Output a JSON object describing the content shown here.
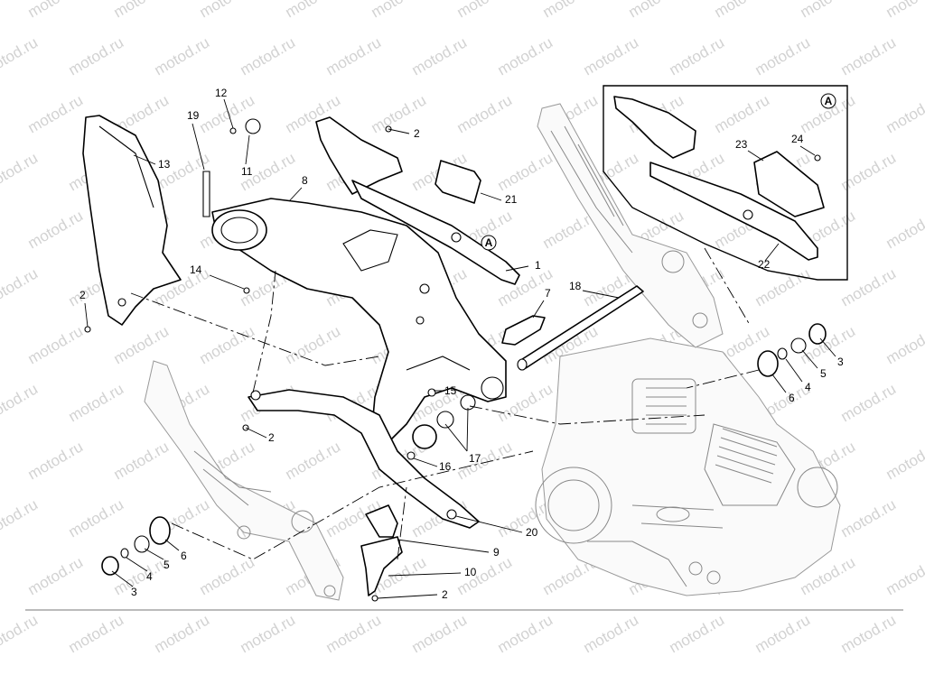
{
  "watermark": "motod.ru",
  "detail_letter": "A",
  "parts": [
    {
      "key": "p1",
      "label": "1"
    },
    {
      "key": "p2a",
      "label": "2"
    },
    {
      "key": "p2b",
      "label": "2"
    },
    {
      "key": "p2c",
      "label": "2"
    },
    {
      "key": "p2d",
      "label": "2"
    },
    {
      "key": "p3a",
      "label": "3"
    },
    {
      "key": "p3b",
      "label": "3"
    },
    {
      "key": "p4a",
      "label": "4"
    },
    {
      "key": "p4b",
      "label": "4"
    },
    {
      "key": "p5a",
      "label": "5"
    },
    {
      "key": "p5b",
      "label": "5"
    },
    {
      "key": "p6a",
      "label": "6"
    },
    {
      "key": "p6b",
      "label": "6"
    },
    {
      "key": "p7",
      "label": "7"
    },
    {
      "key": "p8",
      "label": "8"
    },
    {
      "key": "p9",
      "label": "9"
    },
    {
      "key": "p10",
      "label": "10"
    },
    {
      "key": "p11",
      "label": "11"
    },
    {
      "key": "p12",
      "label": "12"
    },
    {
      "key": "p13",
      "label": "13"
    },
    {
      "key": "p14",
      "label": "14"
    },
    {
      "key": "p15",
      "label": "15"
    },
    {
      "key": "p16",
      "label": "16"
    },
    {
      "key": "p17",
      "label": "17"
    },
    {
      "key": "p18",
      "label": "18"
    },
    {
      "key": "p19",
      "label": "19"
    },
    {
      "key": "p20",
      "label": "20"
    },
    {
      "key": "p21",
      "label": "21"
    },
    {
      "key": "p22",
      "label": "22"
    },
    {
      "key": "p23",
      "label": "23"
    },
    {
      "key": "p24",
      "label": "24"
    }
  ]
}
